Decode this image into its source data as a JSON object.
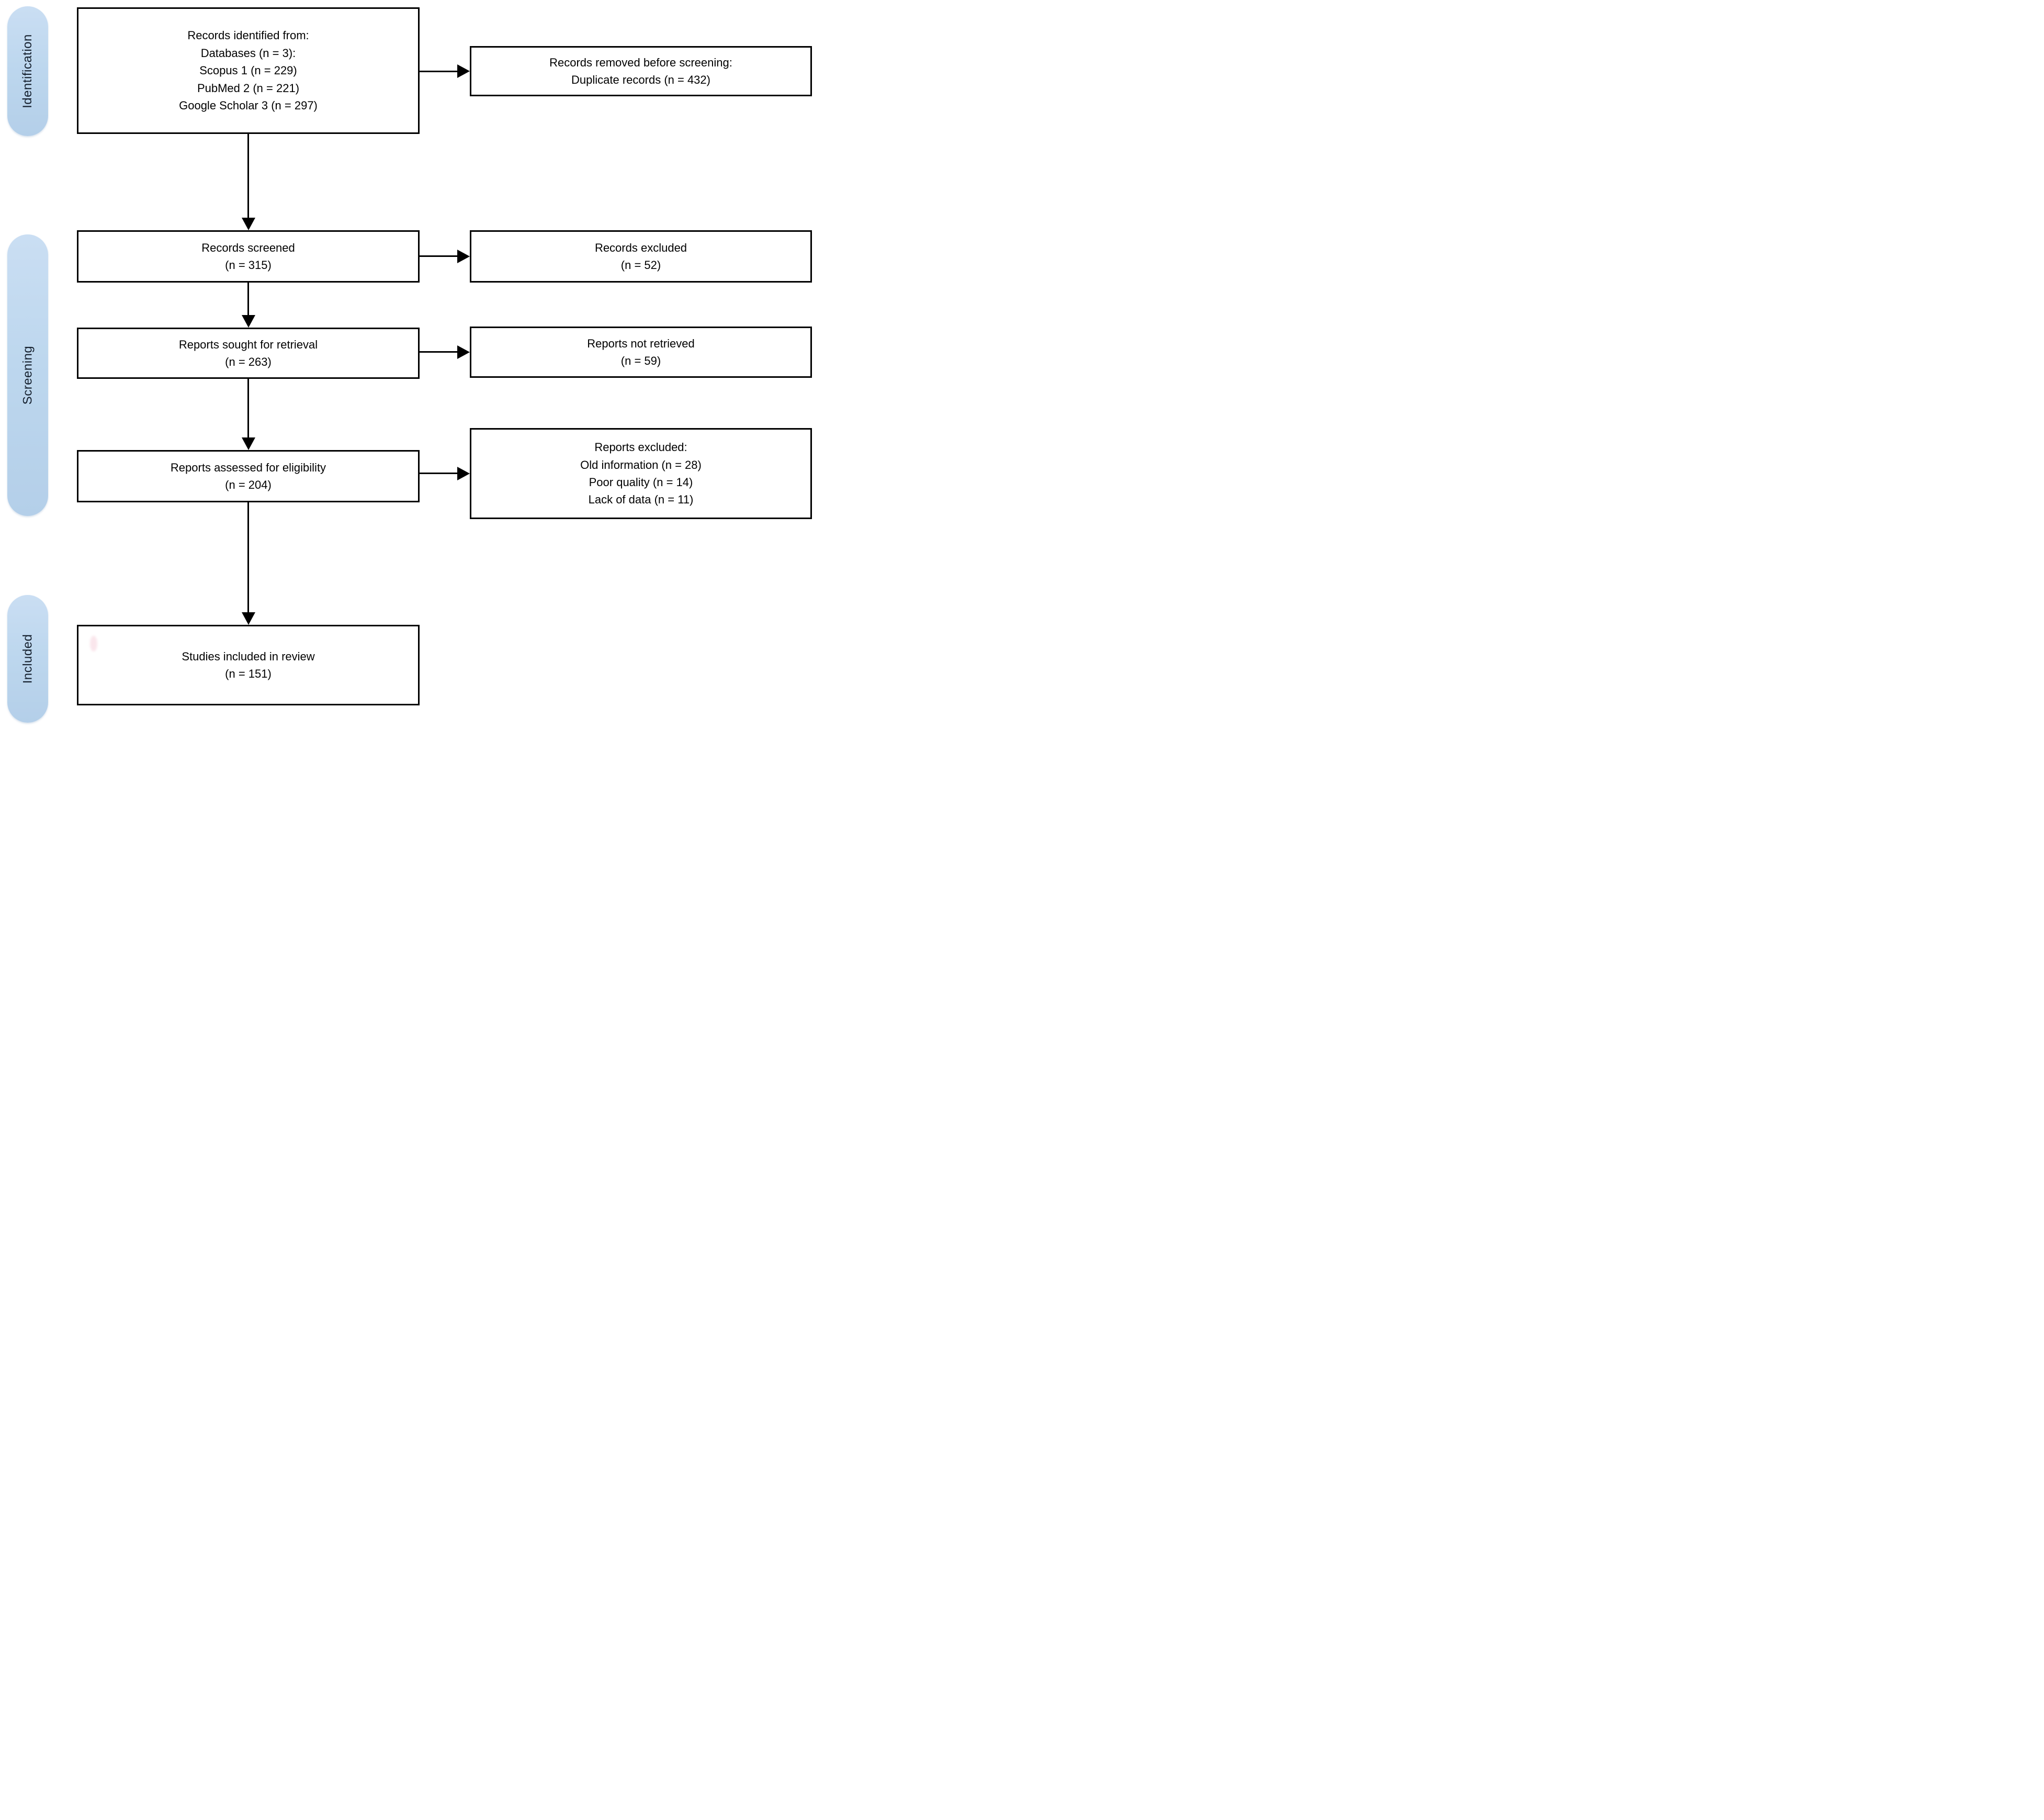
{
  "stages": [
    {
      "label": "Identification"
    },
    {
      "label": "Screening"
    },
    {
      "label": "Included"
    }
  ],
  "left_boxes": [
    {
      "name": "records-identified",
      "lines": [
        "Records identified from:",
        "Databases (n = 3):",
        "Scopus 1 (n = 229)",
        "PubMed 2 (n = 221)",
        "Google Scholar 3 (n = 297)"
      ]
    },
    {
      "name": "records-screened",
      "lines": [
        "Records screened",
        "(n = 315)"
      ]
    },
    {
      "name": "reports-sought",
      "lines": [
        "Reports sought for retrieval",
        "(n = 263)"
      ]
    },
    {
      "name": "reports-assessed",
      "lines": [
        "Reports assessed for eligibility",
        "(n = 204)"
      ]
    },
    {
      "name": "studies-included",
      "lines": [
        "Studies included in review",
        "(n = 151)"
      ]
    }
  ],
  "right_boxes": [
    {
      "name": "records-removed",
      "lines": [
        "Records removed before screening:",
        "Duplicate records (n = 432)"
      ]
    },
    {
      "name": "records-excluded",
      "lines": [
        "Records excluded",
        "(n = 52)"
      ]
    },
    {
      "name": "reports-not-retrieved",
      "lines": [
        "Reports not retrieved",
        "(n = 59)"
      ]
    },
    {
      "name": "reports-excluded",
      "lines": [
        "Reports excluded:",
        "Old information (n = 28)",
        "Poor quality (n = 14)",
        "Lack of data (n = 11)"
      ]
    }
  ],
  "colors": {
    "stage_fill": "#bdd7ee",
    "stage_text": "#15202e",
    "box_border": "#000000",
    "box_text": "#000000",
    "arrow": "#000000",
    "background": "#ffffff"
  }
}
